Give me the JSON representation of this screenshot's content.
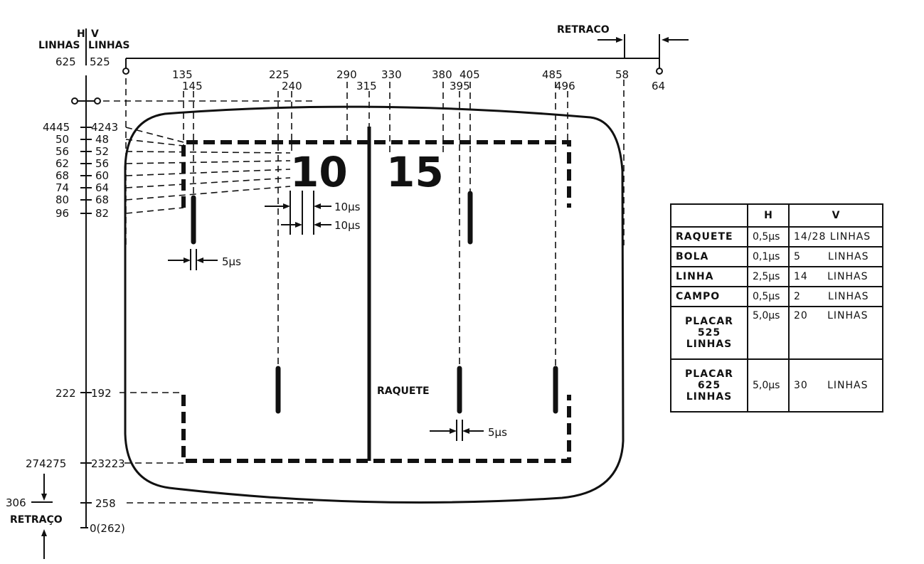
{
  "axis_headers": {
    "h_top": "H",
    "h_bottom": "LINHAS",
    "v_top": "V",
    "v_bottom": "LINHAS",
    "h_total": "625",
    "v_total": "525"
  },
  "retrace_label_top": "RETRACO",
  "retrace_label_bottom": "RETRAÇO",
  "top_ticks": {
    "row1": [
      "135",
      "225",
      "290",
      "330",
      "380",
      "405",
      "485",
      "58"
    ],
    "row2": [
      "145",
      "240",
      "315",
      "395",
      "496",
      "64"
    ]
  },
  "left_labels": [
    {
      "h": "4445",
      "v": "4243"
    },
    {
      "h": "50",
      "v": "48"
    },
    {
      "h": "56",
      "v": "52"
    },
    {
      "h": "62",
      "v": "56"
    },
    {
      "h": "68",
      "v": "60"
    },
    {
      "h": "74",
      "v": "64"
    },
    {
      "h": "80",
      "v": "68"
    },
    {
      "h": "96",
      "v": "82"
    }
  ],
  "bottom_left_labels": [
    {
      "h": "222",
      "v": "192"
    },
    {
      "h": "274275",
      "v": "23223"
    },
    {
      "h": "306",
      "v": "258"
    },
    {
      "h": "",
      "v": "0(262)"
    }
  ],
  "score": {
    "left": "10",
    "right": "15"
  },
  "measurements": [
    "10μs",
    "10μs",
    "5μs",
    "5μs"
  ],
  "center_label": "RAQUETE",
  "table": {
    "headers": [
      "",
      "H",
      "V"
    ],
    "rows": [
      {
        "name": [
          "RAQUETE"
        ],
        "h": "0,5μs",
        "v": "14/28 LINHAS"
      },
      {
        "name": [
          "BOLA"
        ],
        "h": "0,1μs",
        "v": "5       LINHAS"
      },
      {
        "name": [
          "LINHA"
        ],
        "h": "2,5μs",
        "v": "14     LINHAS"
      },
      {
        "name": [
          "CAMPO"
        ],
        "h": "0,5μs",
        "v": "2       LINHAS"
      },
      {
        "name": [
          "PLACAR",
          "525",
          "LINHAS"
        ],
        "h": "5,0μs",
        "v": "20     LINHAS"
      },
      {
        "name": [
          "PLACAR",
          "625",
          "LINHAS"
        ],
        "h": "5,0μs",
        "v": "30     LINHAS"
      }
    ]
  }
}
